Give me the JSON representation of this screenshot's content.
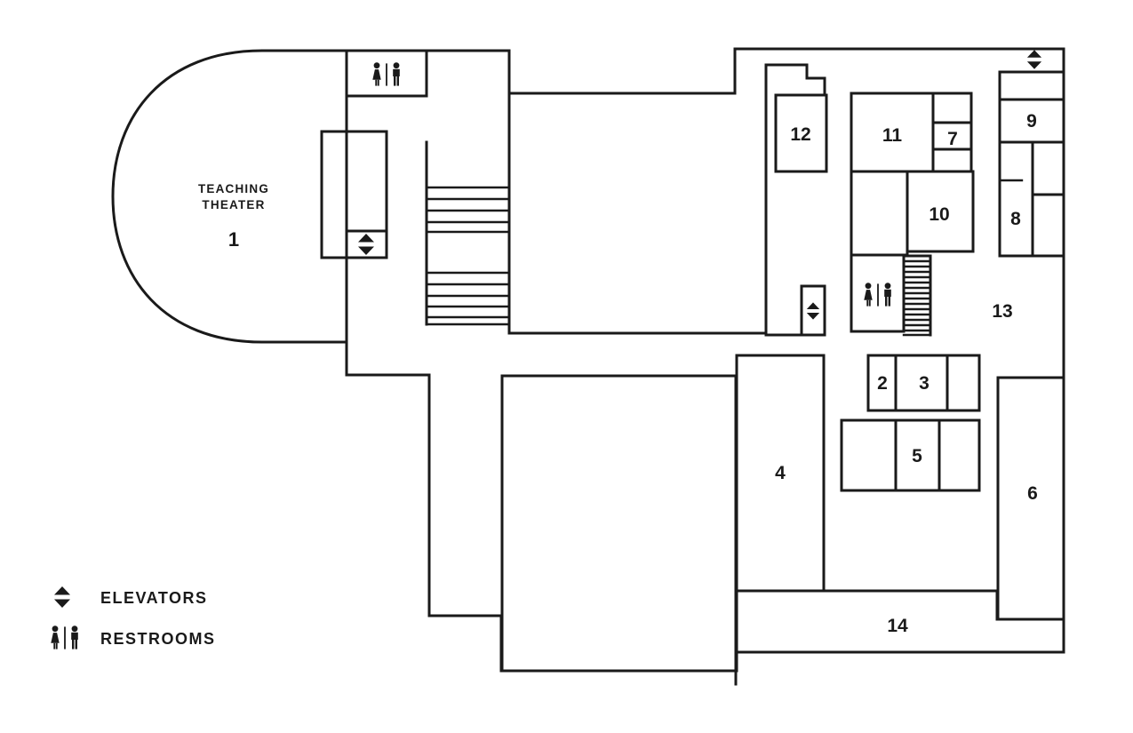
{
  "colors": {
    "floor": "#DBD1B4",
    "gray_area": "#DFDFE0",
    "wall": "#1A1A1A",
    "room": "#FFFFFF"
  },
  "theater": {
    "name_line1": "TEACHING",
    "name_line2": "THEATER",
    "number": "1"
  },
  "room_labels": {
    "r2": "2",
    "r3": "3",
    "r4": "4",
    "r5": "5",
    "r6": "6",
    "r7": "7",
    "r8": "8",
    "r9": "9",
    "r10": "10",
    "r11": "11",
    "r12": "12",
    "r13": "13",
    "r14": "14"
  },
  "legend": {
    "items": [
      {
        "icon": "elevator-icon",
        "label": "ELEVATORS"
      },
      {
        "icon": "restroom-icon",
        "label": "RESTROOMS"
      }
    ]
  }
}
